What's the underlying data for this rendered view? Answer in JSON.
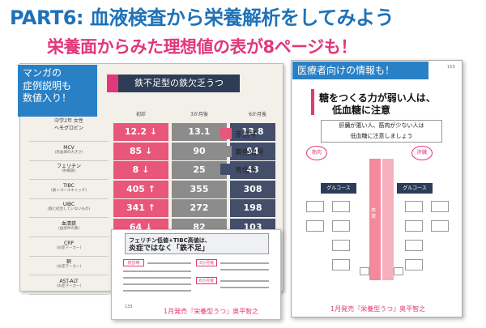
{
  "header": {
    "title": "PART6: 血液検査から栄養解析をしてみよう",
    "subtitle": "栄養面からみた理想値の表が8ページも！"
  },
  "manga_note": {
    "line1": "マンガの",
    "line2": "症例説明も",
    "line3": "数値入り！"
  },
  "table": {
    "title": "鉄不足型の鉄欠乏うつ",
    "patient": "中学2年 女性",
    "columns": [
      "初診",
      "3か月後",
      "6か月後"
    ],
    "rows": [
      {
        "label": "ヘモグロビン",
        "sub": "",
        "values": [
          "12.2 ↓",
          "13.1",
          "13.8"
        ],
        "colors": [
          "red",
          "gray",
          "blue"
        ]
      },
      {
        "label": "MCV",
        "sub": "(赤血球の大きさ)",
        "values": [
          "85 ↓",
          "90",
          "94"
        ],
        "colors": [
          "red",
          "gray",
          "blue"
        ]
      },
      {
        "label": "フェリチン",
        "sub": "(貯蔵鉄)",
        "values": [
          "8 ↓",
          "25",
          "43"
        ],
        "colors": [
          "red",
          "gray",
          "blue"
        ]
      },
      {
        "label": "TIBC",
        "sub": "(鉄＋ゴールキャッチ)",
        "values": [
          "405 ↑",
          "355",
          "308"
        ],
        "colors": [
          "red",
          "gray",
          "blue"
        ]
      },
      {
        "label": "UIBC",
        "sub": "(鉄と結合していないもの)",
        "values": [
          "341 ↑",
          "272",
          "198"
        ],
        "colors": [
          "red",
          "gray",
          "blue"
        ]
      },
      {
        "label": "血清鉄",
        "sub": "(血液中の鉄)",
        "values": [
          "64 ↓",
          "82",
          "103"
        ],
        "colors": [
          "red",
          "gray",
          "blue"
        ]
      },
      {
        "label": "CRP",
        "sub": "(炎症マーカー)",
        "values": [
          "",
          "",
          ""
        ],
        "colors": [
          "red",
          "gray",
          "blue"
        ]
      },
      {
        "label": "銅",
        "sub": "(炎症マーカー)",
        "values": [
          "",
          "",
          ""
        ],
        "colors": [
          "red",
          "gray",
          "blue"
        ]
      },
      {
        "label": "AST-ALT",
        "sub": "(炎症マーカー)",
        "values": [
          "",
          "",
          ""
        ],
        "colors": [
          "red",
          "gray",
          "blue"
        ]
      }
    ],
    "legend": [
      "赤信号",
      "黄色信号",
      "青信号"
    ]
  },
  "overlay_page": {
    "headline1": "フェリチン低値+TIBC高値は、",
    "headline2": "炎症ではなく「鉄不足」",
    "tag1": "初診時",
    "tag2": "3か月後",
    "tag3": "6か月後",
    "page_number": "133",
    "footer": "1月発売『栄養型うつ』奥平智之"
  },
  "right_page": {
    "badge": "医療者向けの情報も！",
    "heading1": "糖をつくる力が弱い人は、",
    "heading2": "低血糖に注意",
    "box_line1": "肝臓が悪い人、筋肉が少ない人は",
    "box_line2": "低血糖に注意しましょう",
    "muscle": "筋肉",
    "liver": "肝臓",
    "blood": "血液",
    "glucose": "グルコース",
    "page_number": "153",
    "footer": "1月発売『栄養型うつ』奥平智之"
  },
  "colors": {
    "title_blue": "#1e72b8",
    "pink": "#e0387a",
    "red_cell": "#e8567a",
    "gray_cell": "#8c8c8c",
    "blue_cell": "#434e6b",
    "navy": "#2e3d55"
  }
}
